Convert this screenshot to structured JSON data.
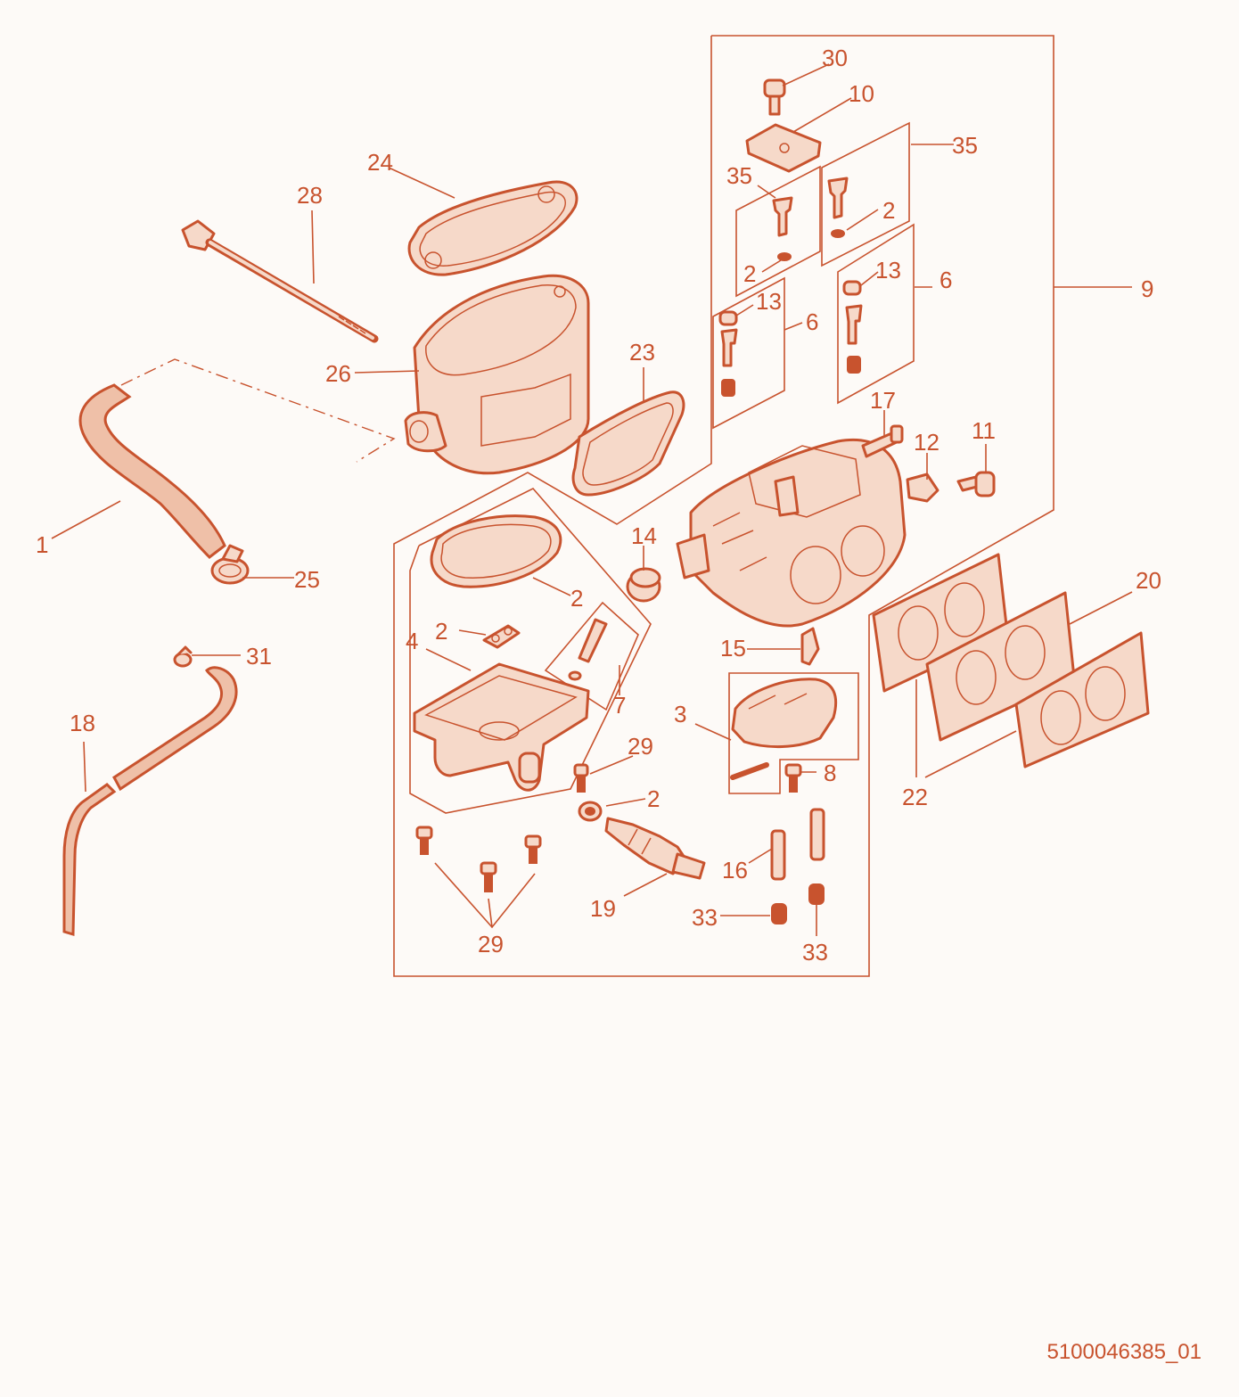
{
  "drawing_number": "5100046385_01",
  "accent_color": "#c8532e",
  "callouts": [
    {
      "key": "c30",
      "label": "30"
    },
    {
      "key": "c10",
      "label": "10"
    },
    {
      "key": "c35a",
      "label": "35"
    },
    {
      "key": "c35b",
      "label": "35"
    },
    {
      "key": "c2a",
      "label": "2"
    },
    {
      "key": "c2b",
      "label": "2"
    },
    {
      "key": "c13a",
      "label": "13"
    },
    {
      "key": "c13b",
      "label": "13"
    },
    {
      "key": "c6a",
      "label": "6"
    },
    {
      "key": "c6b",
      "label": "6"
    },
    {
      "key": "c9",
      "label": "9"
    },
    {
      "key": "c24",
      "label": "24"
    },
    {
      "key": "c28",
      "label": "28"
    },
    {
      "key": "c26",
      "label": "26"
    },
    {
      "key": "c23",
      "label": "23"
    },
    {
      "key": "c17",
      "label": "17"
    },
    {
      "key": "c12",
      "label": "12"
    },
    {
      "key": "c11",
      "label": "11"
    },
    {
      "key": "c1",
      "label": "1"
    },
    {
      "key": "c25",
      "label": "25"
    },
    {
      "key": "c14",
      "label": "14"
    },
    {
      "key": "c2c",
      "label": "2"
    },
    {
      "key": "c2d",
      "label": "2"
    },
    {
      "key": "c4",
      "label": "4"
    },
    {
      "key": "c20",
      "label": "20"
    },
    {
      "key": "c15",
      "label": "15"
    },
    {
      "key": "c7",
      "label": "7"
    },
    {
      "key": "c3",
      "label": "3"
    },
    {
      "key": "c31",
      "label": "31"
    },
    {
      "key": "c18",
      "label": "18"
    },
    {
      "key": "c29a",
      "label": "29"
    },
    {
      "key": "c2e",
      "label": "2"
    },
    {
      "key": "c8",
      "label": "8"
    },
    {
      "key": "c22",
      "label": "22"
    },
    {
      "key": "c16",
      "label": "16"
    },
    {
      "key": "c19",
      "label": "19"
    },
    {
      "key": "c33a",
      "label": "33"
    },
    {
      "key": "c29b",
      "label": "29"
    },
    {
      "key": "c33b",
      "label": "33"
    }
  ]
}
